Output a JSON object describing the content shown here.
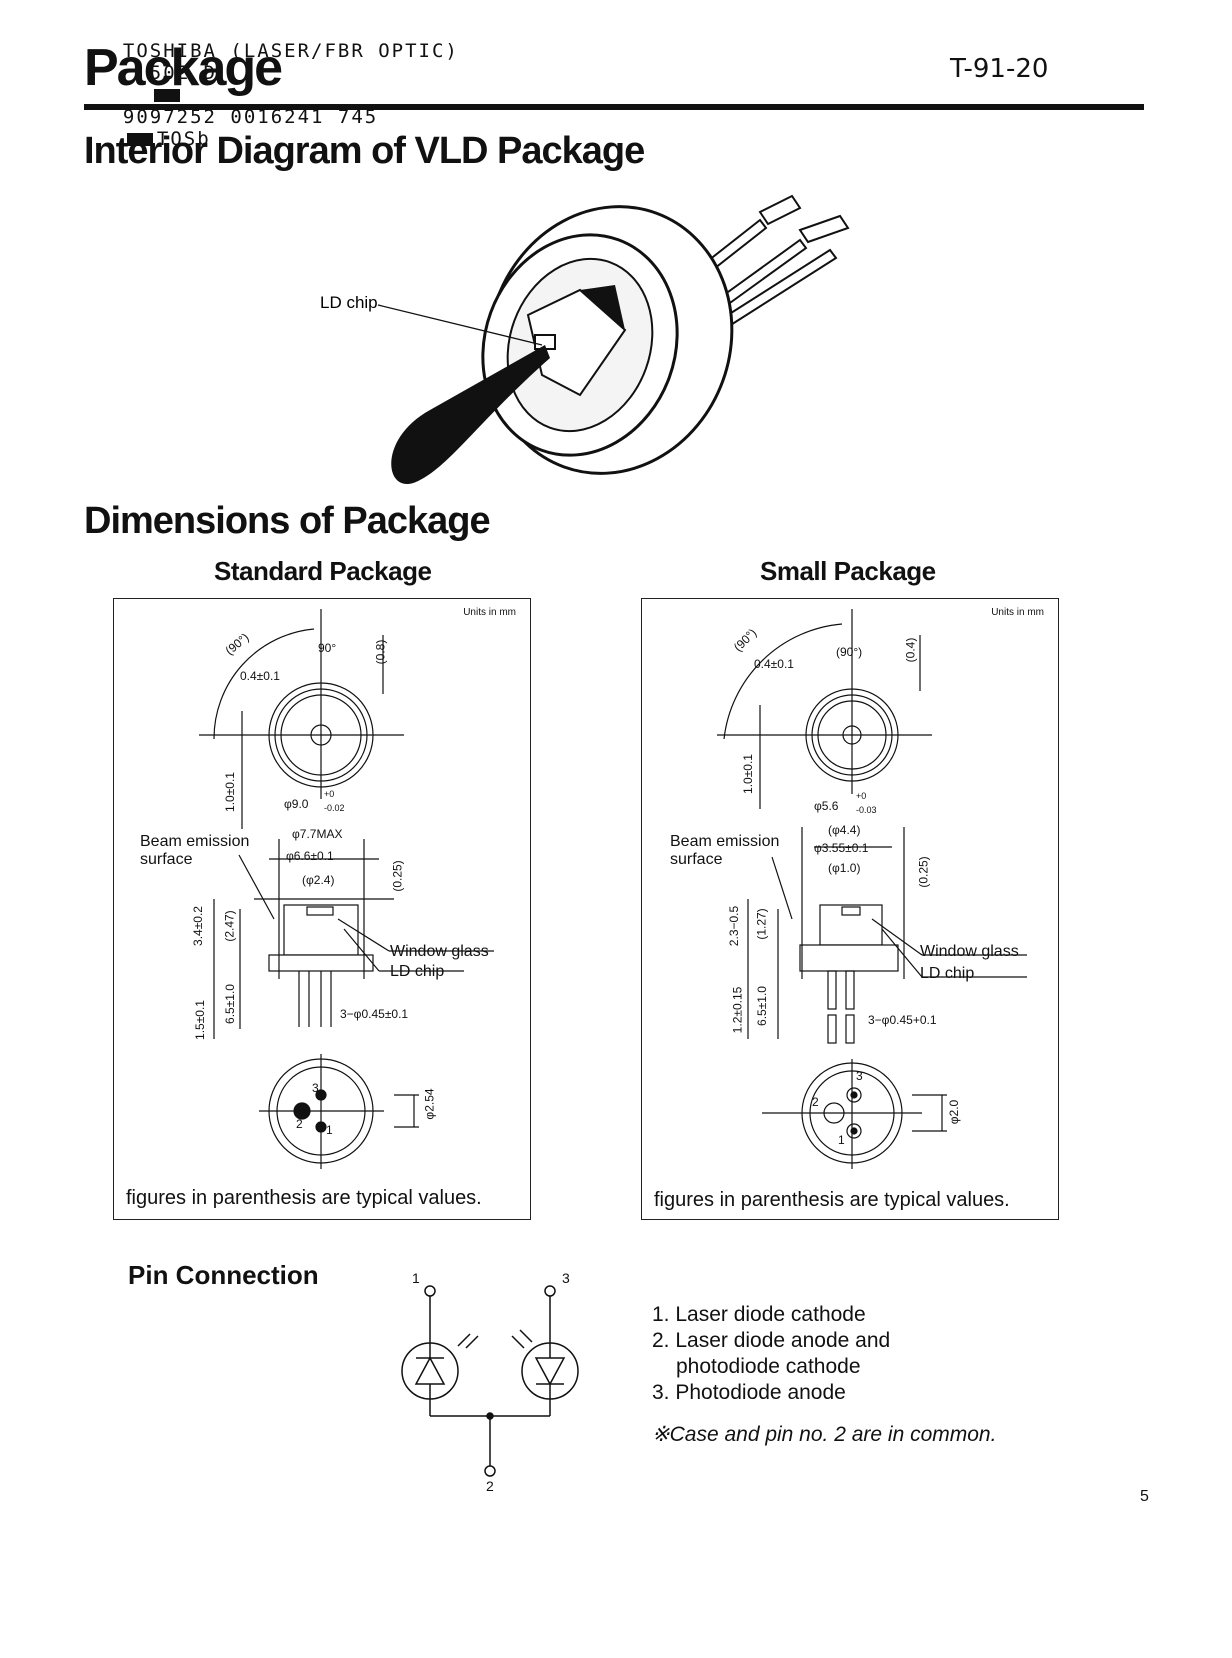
{
  "header": {
    "company": "TOSHIBA (LASER/FBR OPTIC)",
    "code1": "50E D",
    "code2": "9097252 0016241 745",
    "code3": "TOSb",
    "page_title": "Package",
    "doc_code": "T-91-20"
  },
  "interior": {
    "title": "Interior Diagram of VLD Package",
    "ld_chip_label": "LD chip"
  },
  "dimensions": {
    "title": "Dimensions of Package",
    "standard": {
      "title": "Standard Package",
      "units": "Units in mm",
      "top_angle_90": "(90°)",
      "angle_90": "90°",
      "dim_04": "0.4±0.1",
      "dim_08": "(0.8)",
      "dim_10": "1.0±0.1",
      "dia_90": "φ9.0",
      "dia_90_tol_up": "+0",
      "dia_90_tol_dn": "-0.02",
      "dia_77": "φ7.7MAX",
      "dia_66": "φ6.6±0.1",
      "dia_24": "(φ2.4)",
      "dim_025": "(0.25)",
      "dim_34": "3.4±0.2",
      "dim_247": "(2.47)",
      "dim_15": "1.5±0.1",
      "dim_65": "6.5±1.0",
      "pin_dia": "3−φ0.45±0.1",
      "dim_254": "φ2.54",
      "beam": "Beam emission surface",
      "window_glass": "Window glass",
      "ld_chip": "LD chip",
      "pin1": "1",
      "pin2": "2",
      "pin3": "3",
      "footnote": "figures in parenthesis are typical values."
    },
    "small": {
      "title": "Small Package",
      "units": "Units in mm",
      "top_angle_90": "(90°)",
      "angle_90": "(90°)",
      "dim_04": "0.4±0.1",
      "dim_04b": "(0.4)",
      "dim_10": "1.0±0.1",
      "dia_56": "φ5.6",
      "dia_56_tol_up": "+0",
      "dia_56_tol_dn": "-0.03",
      "dia_44": "(φ4.4)",
      "dia_355": "φ3.55±0.1",
      "dia_10": "(φ1.0)",
      "dim_025": "(0.25)",
      "dim_23": "2.3−0.5",
      "dim_127": "(1.27)",
      "dim_12": "1.2±0.15",
      "dim_65": "6.5±1.0",
      "pin_dia": "3−φ0.45+0.1",
      "dim_20": "φ2.0",
      "beam": "Beam emission surface",
      "window_glass": "Window glass",
      "ld_chip": "LD chip",
      "pin1": "1",
      "pin2": "2",
      "pin3": "3",
      "footnote": "figures in parenthesis are typical values."
    }
  },
  "pin_connection": {
    "title": "Pin Connection",
    "pin1": "1",
    "pin2": "2",
    "pin3": "3",
    "items": [
      "1. Laser diode cathode",
      "2. Laser diode anode and",
      "photodiode cathode",
      "3. Photodiode anode"
    ],
    "note": "※Case and pin no. 2 are in common."
  },
  "page_number": "5"
}
